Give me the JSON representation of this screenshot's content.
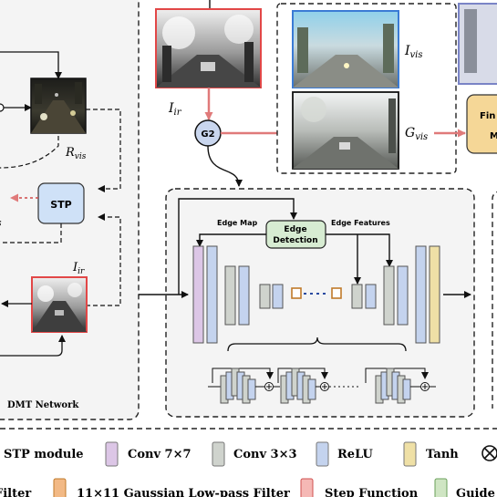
{
  "left_panel": {
    "network_label": "DMT Network",
    "r_vis": "R",
    "r_vis_sub": "vis",
    "i_ir": "I",
    "i_ir_sub": "ir",
    "stp_label": "STP",
    "cut_text": "s"
  },
  "center": {
    "i_ir": "I",
    "i_ir_sub": "ir",
    "g2_label": "G2"
  },
  "vis_box": {
    "i_vis": "I",
    "i_vis_sub": "vis",
    "g_vis": "G",
    "g_vis_sub": "vis"
  },
  "final_block": {
    "line1": "Fin",
    "line2": "M"
  },
  "generator": {
    "edge_map_label": "Edge Map",
    "edge_detection_line1": "Edge",
    "edge_detection_line2": "Detection",
    "edge_features_label": "Edge Features"
  },
  "legend": {
    "row1": [
      {
        "label": "STP module",
        "color": "#ffffff"
      },
      {
        "label": "Conv 7×7",
        "color": "#dcc6e6"
      },
      {
        "label": "Conv 3×3",
        "color": "#cfd3cd"
      },
      {
        "label": "ReLU",
        "color": "#c4d3ee"
      },
      {
        "label": "Tanh",
        "color": "#efe0a6"
      }
    ],
    "row2": [
      {
        "label": "Filter",
        "color": "#ffffff"
      },
      {
        "label": "11×11 Gaussian Low-pass Filter",
        "color": "#f2b985"
      },
      {
        "label": "Step Function",
        "color": "#f5b8b5"
      },
      {
        "label": "Guide",
        "color": "#cfe5c3"
      }
    ]
  },
  "colors": {
    "accent_red": "#e07a7a",
    "stp_fill": "#cfe1f7",
    "edge_det_fill": "#d7ecd2",
    "final_fill": "#f5d797",
    "g2_fill": "#c9d6ee"
  }
}
